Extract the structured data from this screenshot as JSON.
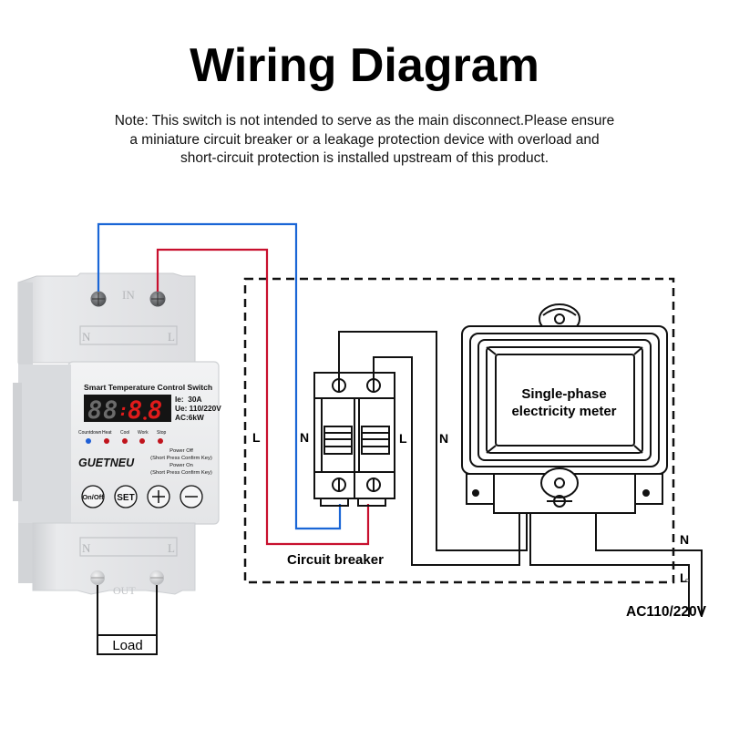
{
  "header": {
    "title": "Wiring Diagram",
    "note_lines": [
      "Note: This switch is not intended to serve as the main disconnect.Please ensure",
      "a miniature circuit breaker or a leakage protection device with overload and",
      "short-circuit protection is installed upstream of this product."
    ]
  },
  "device": {
    "panel_title": "Smart Temperature Control Switch",
    "display_digits": "88:8.8",
    "specs": [
      "Ie:  30A",
      "Ue: 110/220V",
      "AC:6kW"
    ],
    "indicators": [
      {
        "label": "Countdown",
        "color": "#1f5fd6"
      },
      {
        "label": "Heat",
        "color": "#c0141c"
      },
      {
        "label": "Cool",
        "color": "#c0141c"
      },
      {
        "label": "Work",
        "color": "#c0141c"
      },
      {
        "label": "Stop",
        "color": "#c0141c"
      }
    ],
    "brand": "GUETNEU",
    "instructions": [
      "Power Off",
      "(Short Press Confirm Key)",
      "Power On",
      "(Short Press Confirm Key)"
    ],
    "buttons": [
      "On/Off",
      "SET",
      "+",
      "−"
    ],
    "in_label": "IN",
    "out_label": "OUT",
    "terminal_labels": {
      "n": "N",
      "l": "L"
    }
  },
  "labels": {
    "load": "Load",
    "circuit_breaker": "Circuit breaker",
    "meter_line1": "Single-phase",
    "meter_line2": "electricity meter",
    "wire_l_left": "L",
    "wire_n_left": "N",
    "wire_l_right": "L",
    "wire_n_right": "N",
    "supply_n": "N",
    "supply_l": "L",
    "supply_voltage": "AC110/220V"
  },
  "colors": {
    "live_wire": "#c8102e",
    "neutral_wire": "#1a66d6",
    "wire": "#111111",
    "device_body": "#e6e7e9",
    "display_bg": "#111111",
    "display_on": "#e01b1b",
    "display_off": "#6a6a6a"
  }
}
